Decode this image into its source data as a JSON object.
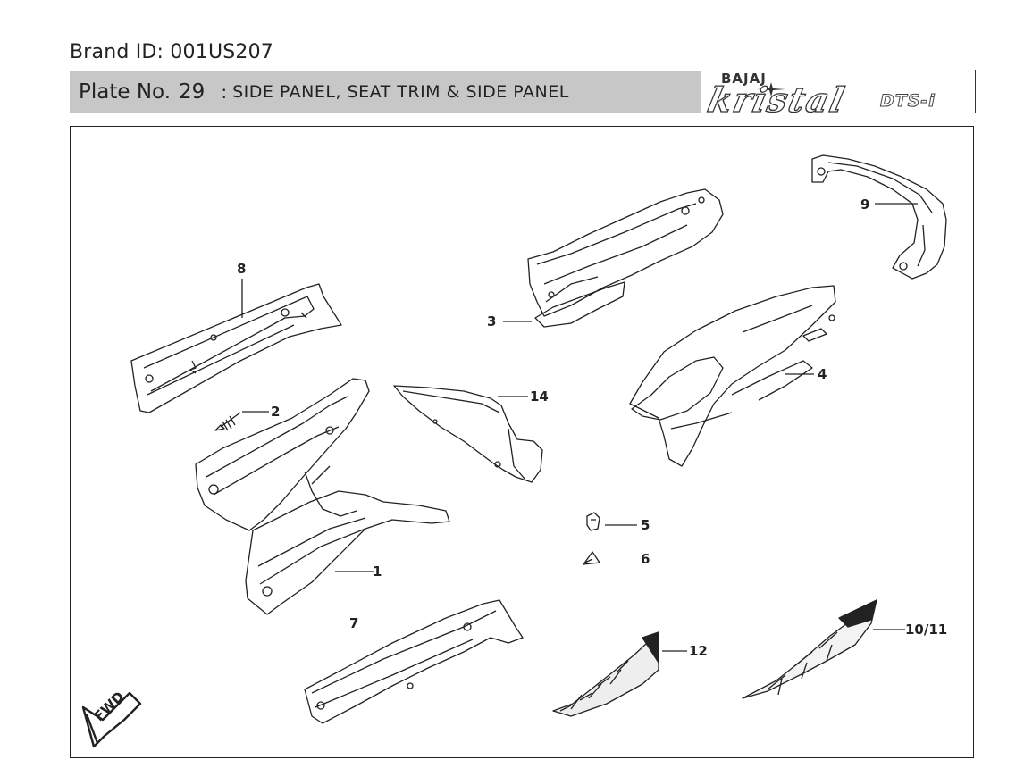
{
  "header": {
    "brand_id": "Brand ID: 001US207",
    "plate_label": "Plate No.",
    "plate_number": "29",
    "plate_separator": ":",
    "plate_title": "SIDE PANEL, SEAT TRIM & SIDE PANEL"
  },
  "logo": {
    "make": "BAJAJ",
    "model": "kristal",
    "variant": "DTS-i"
  },
  "diagram": {
    "direction_label": "FWD",
    "callouts": [
      {
        "id": "1",
        "text": "1"
      },
      {
        "id": "2",
        "text": "2"
      },
      {
        "id": "3",
        "text": "3"
      },
      {
        "id": "4",
        "text": "4"
      },
      {
        "id": "5",
        "text": "5"
      },
      {
        "id": "6",
        "text": "6"
      },
      {
        "id": "7",
        "text": "7"
      },
      {
        "id": "8",
        "text": "8"
      },
      {
        "id": "9",
        "text": "9"
      },
      {
        "id": "10_11",
        "text": "10/11"
      },
      {
        "id": "12",
        "text": "12"
      },
      {
        "id": "14",
        "text": "14"
      }
    ]
  }
}
